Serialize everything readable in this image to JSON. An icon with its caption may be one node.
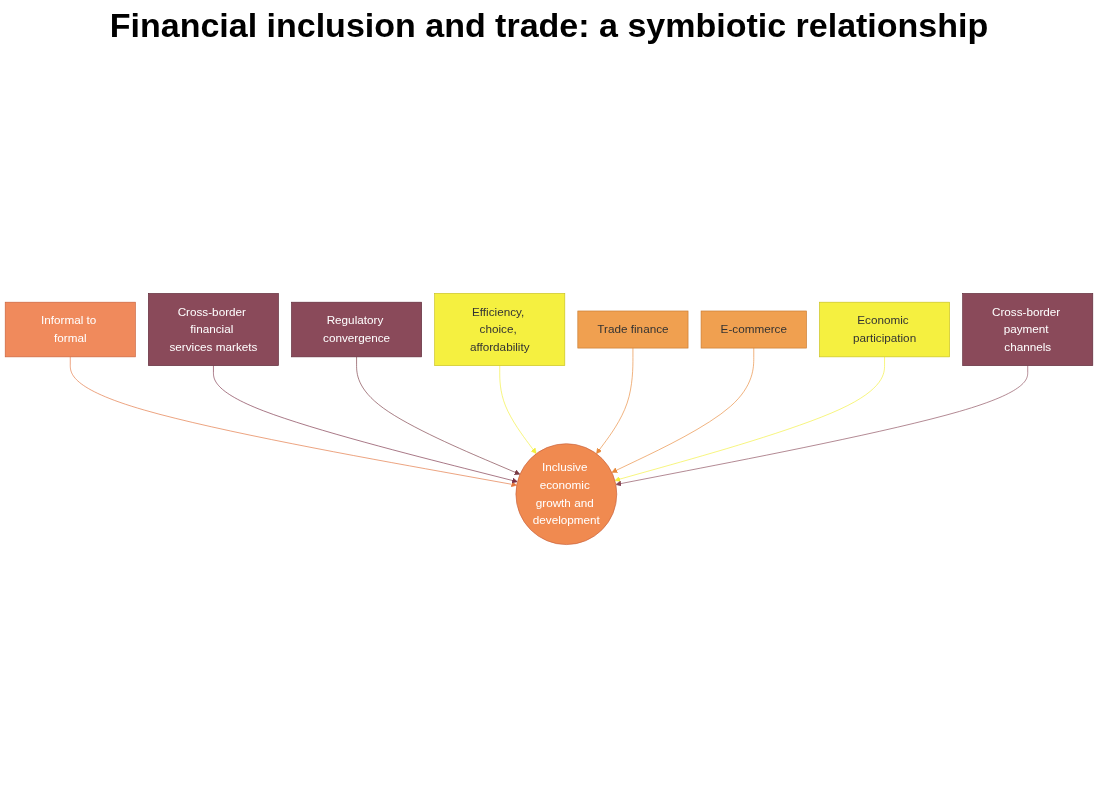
{
  "diagram": {
    "title": "Financial inclusion and trade: a symbiotic relationship",
    "nodes": [
      {
        "text": [
          "Informal to formal"
        ]
      },
      {
        "text": [
          "Cross-border financial services markets"
        ]
      },
      {
        "text": [
          "Regulatory convergence"
        ]
      },
      {
        "text": [
          "Efficiency, choice, affordability"
        ]
      },
      {
        "text": [
          "Trade finance"
        ]
      },
      {
        "text": [
          "E-commerce"
        ]
      },
      {
        "text": [
          "Economic participation"
        ]
      },
      {
        "text": [
          "Inclusive economic growth and development"
        ]
      },
      {
        "text": [
          "Cross-border payment channels"
        ]
      }
    ],
    "edges": [
      {
        "from": 0,
        "to": 7,
        "arrow": "to",
        "color": "#e2733c"
      },
      {
        "from": 1,
        "to": 7,
        "arrow": "to",
        "color": "#7a3046"
      },
      {
        "from": 2,
        "to": 7,
        "arrow": "to",
        "color": "#7a3a44"
      },
      {
        "from": 3,
        "to": 7,
        "arrow": "to",
        "color": "#f2f03a"
      },
      {
        "from": 4,
        "to": 7,
        "arrow": "to",
        "color": "#e8893a"
      },
      {
        "from": 5,
        "to": 7,
        "arrow": "to",
        "color": "#e8893a"
      },
      {
        "from": 6,
        "to": 7,
        "arrow": "to",
        "color": "#f2f03a"
      },
      {
        "from": 8,
        "to": 7,
        "arrow": "to",
        "color": "#8a4a5a"
      }
    ]
  }
}
